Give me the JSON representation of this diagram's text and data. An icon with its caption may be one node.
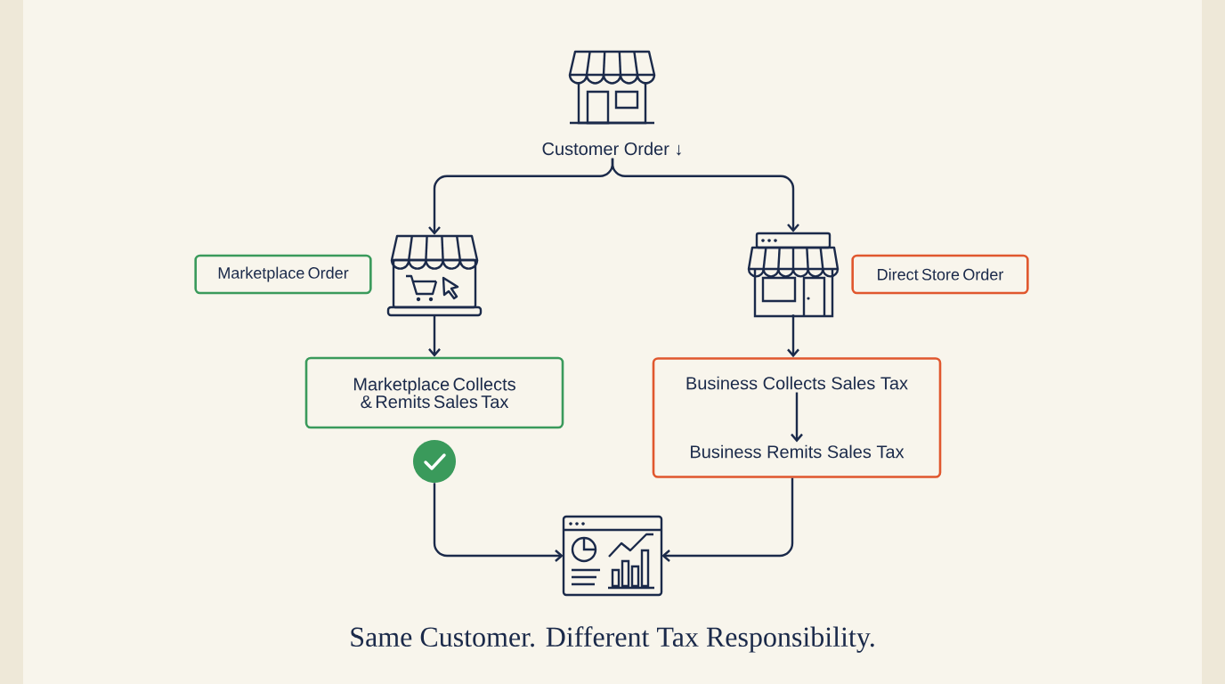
{
  "diagram": {
    "caption": "Same Customer. Different Tax Responsibility.",
    "nodes": [
      {
        "text": [
          "Customer Order ↓"
        ]
      },
      {
        "text": [
          "Marketplace Order"
        ]
      },
      {
        "text": [],
        "shape": "picture"
      },
      {
        "text": [],
        "shape": "picture"
      },
      {
        "text": [
          "Direct Store Order"
        ]
      },
      {
        "text": [
          "Marketplace Collects & Remits Sales Tax"
        ]
      },
      {
        "text": [],
        "shape": "box"
      },
      {
        "text": [
          "Business Collects Sales Tax"
        ],
        "in": 6
      },
      {
        "text": [
          "Business Remits Sales Tax"
        ],
        "in": 6
      },
      {
        "text": [],
        "shape": "circle"
      },
      {
        "text": [],
        "shape": "picture"
      }
    ],
    "edges": [
      {
        "from": 0,
        "to": 2,
        "arrow": "to"
      },
      {
        "from": 0,
        "to": 3,
        "arrow": "to"
      },
      {
        "from": 2,
        "to": 5,
        "arrow": "to"
      },
      {
        "from": 3,
        "to": 6,
        "arrow": "to"
      },
      {
        "from": 7,
        "to": 8,
        "arrow": "to"
      },
      {
        "from": 9,
        "to": 10,
        "arrow": "to"
      },
      {
        "from": 6,
        "to": 10,
        "arrow": "to"
      }
    ]
  }
}
